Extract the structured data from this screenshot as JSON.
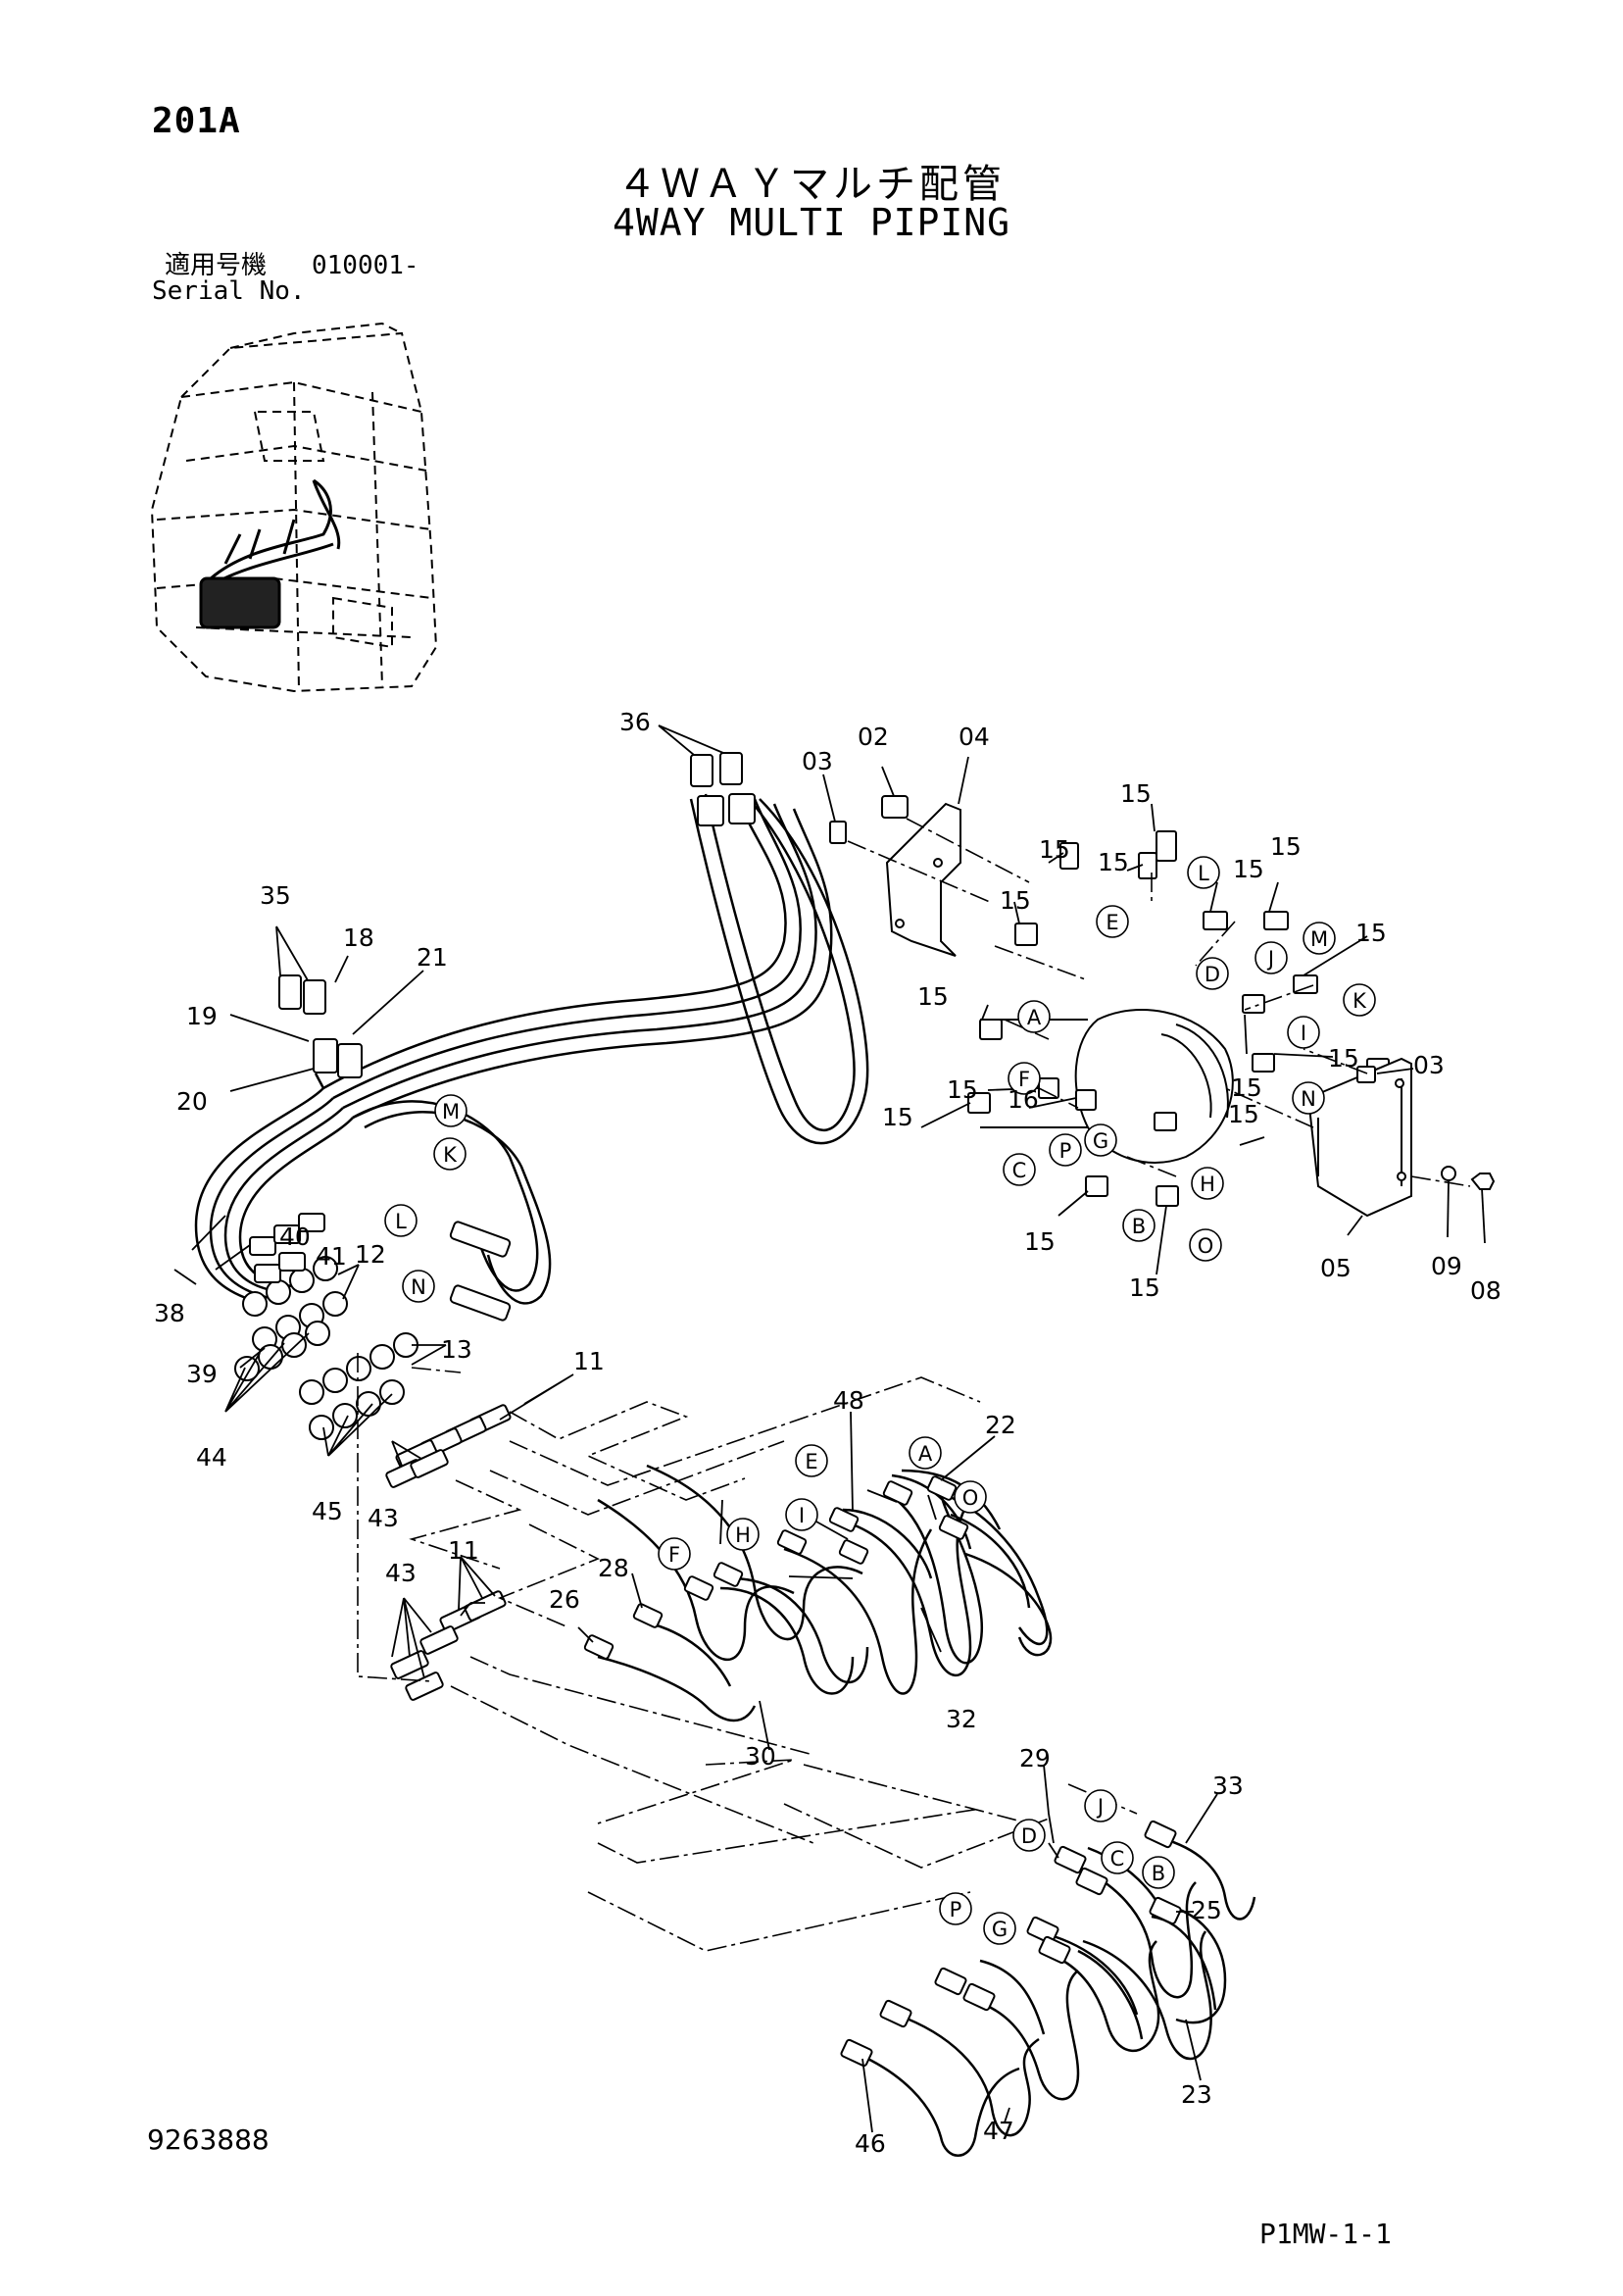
{
  "header": {
    "page_id": "201A",
    "title_jp": "４ＷＡＹマルチ配管",
    "title_en": "4WAY MULTI PIPING",
    "serial_label_jp": "適用号機",
    "serial_value": "010001-",
    "serial_label_en": "Serial No."
  },
  "footer": {
    "doc_number": "9263888",
    "page_code": "P1MW-1-1"
  },
  "part_numbers": {
    "p02": "02",
    "p03": "03",
    "p04": "04",
    "p05": "05",
    "p08": "08",
    "p09": "09",
    "p11": "11",
    "p12": "12",
    "p13": "13",
    "p15": "15",
    "p16": "16",
    "p18": "18",
    "p19": "19",
    "p20": "20",
    "p21": "21",
    "p22": "22",
    "p23": "23",
    "p25": "25",
    "p26": "26",
    "p28": "28",
    "p29": "29",
    "p30": "30",
    "p32": "32",
    "p33": "33",
    "p35": "35",
    "p36": "36",
    "p38": "38",
    "p39": "39",
    "p40": "40",
    "p41": "41",
    "p43": "43",
    "p44": "44",
    "p45": "45",
    "p46": "46",
    "p47": "47",
    "p48": "48"
  },
  "port_letters": {
    "A": "A",
    "B": "B",
    "C": "C",
    "D": "D",
    "E": "E",
    "F": "F",
    "G": "G",
    "H": "H",
    "I": "I",
    "J": "J",
    "K": "K",
    "L": "L",
    "M": "M",
    "N": "N",
    "O": "O",
    "P": "P"
  },
  "colors": {
    "ink": "#000000",
    "paper": "#ffffff"
  }
}
